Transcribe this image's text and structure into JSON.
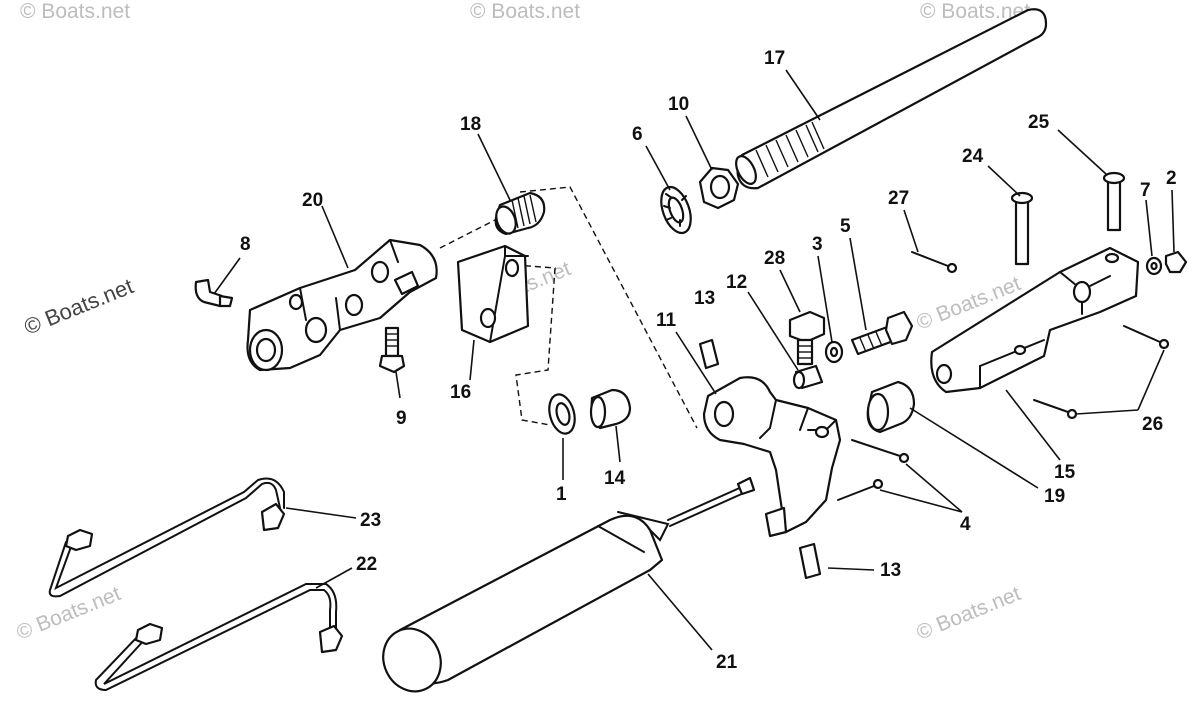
{
  "watermark": {
    "text": "© Boats.net",
    "color": "#bdbdbd",
    "prominent_text": "© Boats.net"
  },
  "callouts": {
    "n1": "1",
    "n2": "2",
    "n3": "3",
    "n4": "4",
    "n5": "5",
    "n6": "6",
    "n7": "7",
    "n8": "8",
    "n9": "9",
    "n10": "10",
    "n11": "11",
    "n12": "12",
    "n13a": "13",
    "n13b": "13",
    "n14": "14",
    "n15": "15",
    "n16": "16",
    "n17": "17",
    "n18": "18",
    "n19": "19",
    "n20": "20",
    "n21": "21",
    "n22": "22",
    "n23": "23",
    "n24": "24",
    "n25": "25",
    "n26": "26",
    "n27": "27",
    "n28": "28"
  }
}
